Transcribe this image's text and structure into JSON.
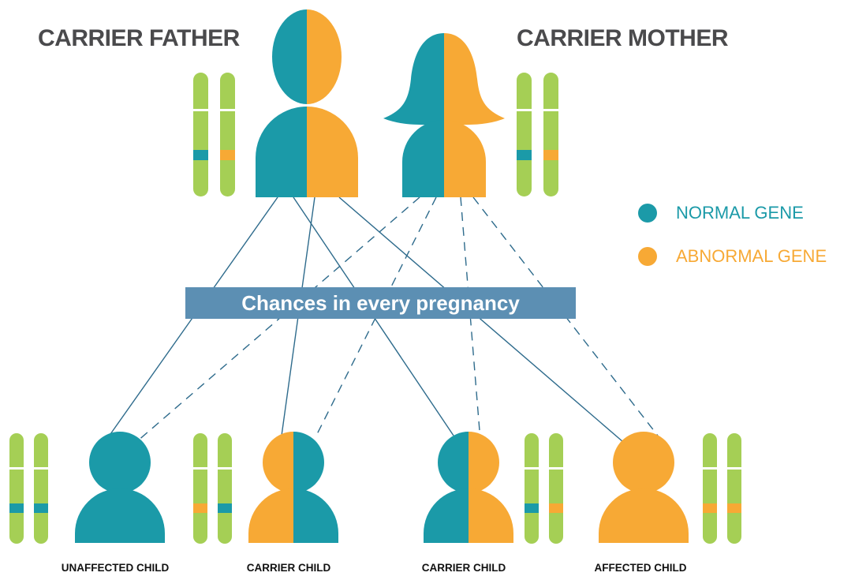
{
  "colors": {
    "normal": "#1b9aa8",
    "abnormal": "#f7a935",
    "chromosome": "#a5cf55",
    "banner": "#5c8fb3",
    "line": "#2e6b8c"
  },
  "parents": {
    "father_label": "CARRIER FATHER",
    "mother_label": "CARRIER MOTHER"
  },
  "legend": {
    "normal_label": "NORMAL GENE",
    "abnormal_label": "ABNORMAL GENE"
  },
  "banner": {
    "text": "Chances in every pregnancy"
  },
  "children": [
    {
      "label": "UNAFFECTED CHILD",
      "genes": [
        "normal",
        "normal"
      ]
    },
    {
      "label": "CARRIER CHILD",
      "genes": [
        "abnormal",
        "normal"
      ]
    },
    {
      "label": "CARRIER CHILD",
      "genes": [
        "normal",
        "abnormal"
      ]
    },
    {
      "label": "AFFECTED CHILD",
      "genes": [
        "abnormal",
        "abnormal"
      ]
    }
  ]
}
